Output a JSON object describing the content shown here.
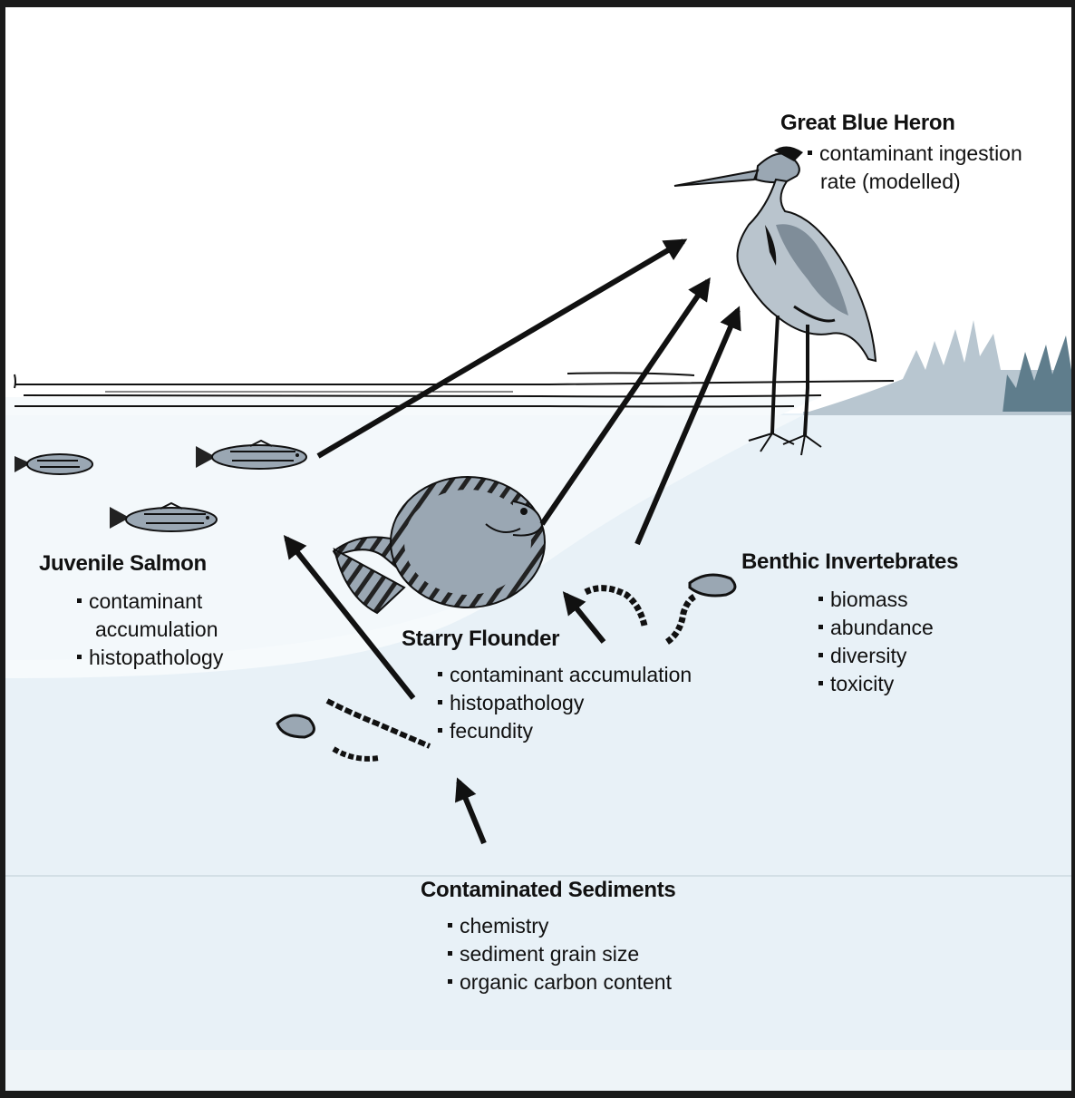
{
  "nodes": {
    "heron": {
      "title": "Great Blue Heron",
      "items": [
        "contaminant ingestion",
        "rate (modelled)"
      ]
    },
    "salmon": {
      "title": "Juvenile Salmon",
      "items": [
        "contaminant",
        "accumulation",
        "histopathology"
      ]
    },
    "flounder": {
      "title": "Starry Flounder",
      "items": [
        "contaminant accumulation",
        "histopathology",
        "fecundity"
      ]
    },
    "benthic": {
      "title": "Benthic Invertebrates",
      "items": [
        "biomass",
        "abundance",
        "diversity",
        "toxicity"
      ]
    },
    "sediments": {
      "title": "Contaminated Sediments",
      "items": [
        "chemistry",
        "sediment grain size",
        "organic carbon content"
      ]
    }
  },
  "colors": {
    "water": "#e8f1f7",
    "ink": "#111111",
    "fish_gray": "#9aa7b3",
    "plant_light": "#b8c6d0",
    "plant_dark": "#5f7d8c"
  },
  "icons": [
    "heron-illustration",
    "salmon-illustration",
    "flounder-illustration",
    "worm-illustration",
    "plant-illustration"
  ]
}
